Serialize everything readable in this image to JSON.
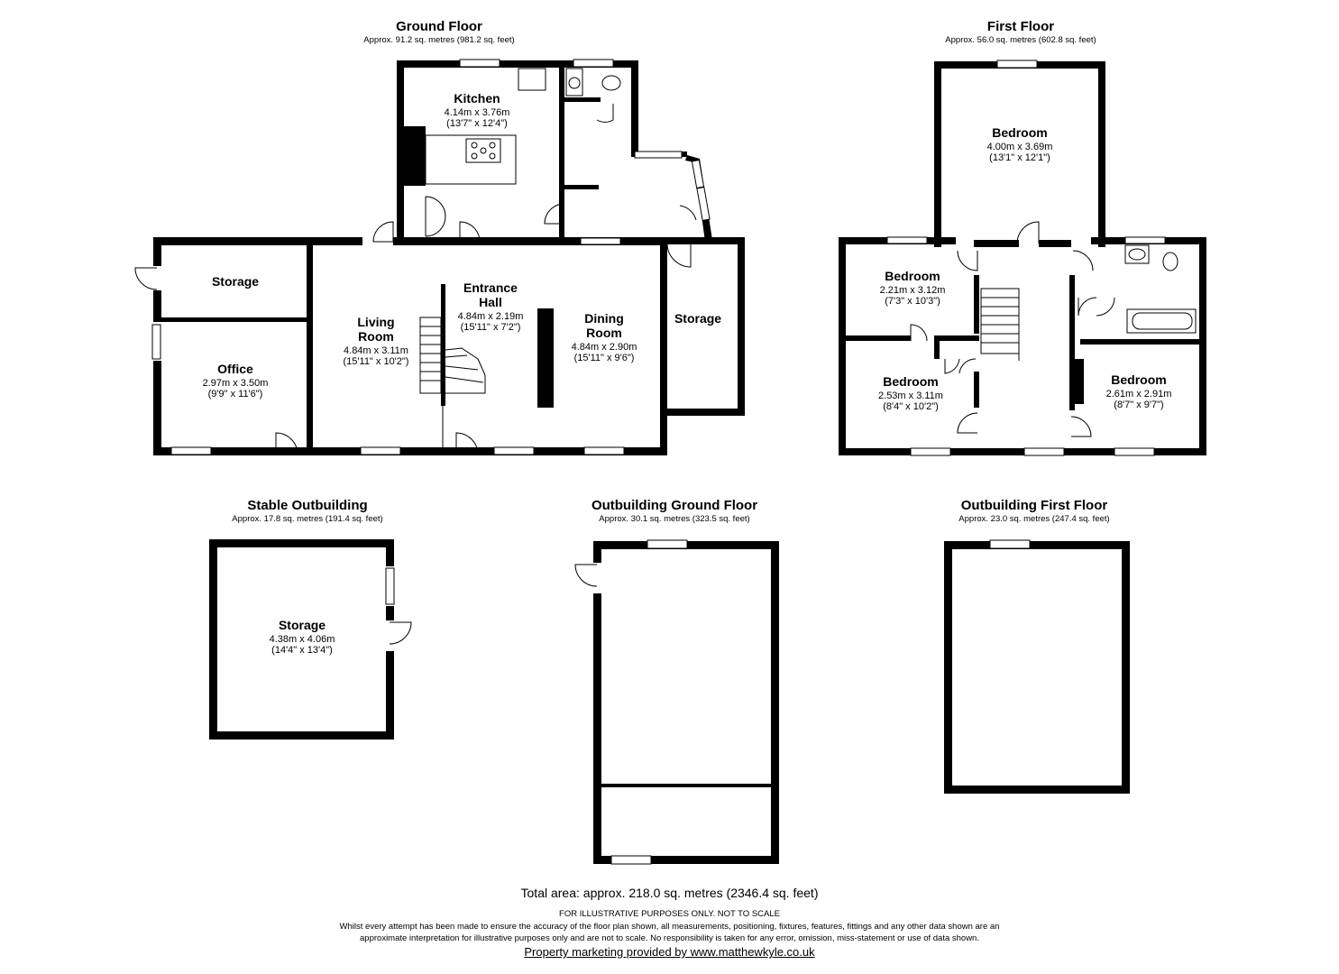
{
  "floors": {
    "ground": {
      "title": "Ground Floor",
      "area": "Approx. 91.2 sq. metres (981.2 sq. feet)"
    },
    "first": {
      "title": "First Floor",
      "area": "Approx. 56.0 sq. metres (602.8 sq. feet)"
    },
    "stable": {
      "title": "Stable Outbuilding",
      "area": "Approx. 17.8 sq. metres (191.4 sq. feet)"
    },
    "out_ground": {
      "title": "Outbuilding Ground Floor",
      "area": "Approx. 30.1 sq. metres (323.5 sq. feet)"
    },
    "out_first": {
      "title": "Outbuilding First Floor",
      "area": "Approx. 23.0 sq. metres (247.4 sq. feet)"
    }
  },
  "rooms": {
    "kitchen": {
      "name": "Kitchen",
      "metric": "4.14m x 3.76m",
      "imperial": "(13'7\" x 12'4\")"
    },
    "storage_left": {
      "name": "Storage"
    },
    "office": {
      "name": "Office",
      "metric": "2.97m x 3.50m",
      "imperial": "(9'9\" x 11'6\")"
    },
    "living": {
      "name_1": "Living",
      "name_2": "Room",
      "metric": "4.84m x 3.11m",
      "imperial": "(15'11\" x 10'2\")"
    },
    "hall": {
      "name_1": "Entrance",
      "name_2": "Hall",
      "metric": "4.84m x 2.19m",
      "imperial": "(15'11\" x 7'2\")"
    },
    "dining": {
      "name_1": "Dining",
      "name_2": "Room",
      "metric": "4.84m x 2.90m",
      "imperial": "(15'11\" x 9'6\")"
    },
    "storage_right": {
      "name": "Storage"
    },
    "bed_main": {
      "name": "Bedroom",
      "metric": "4.00m x 3.69m",
      "imperial": "(13'1\" x 12'1\")"
    },
    "bed_2": {
      "name": "Bedroom",
      "metric": "2.21m x 3.12m",
      "imperial": "(7'3\" x 10'3\")"
    },
    "bed_3": {
      "name": "Bedroom",
      "metric": "2.53m x 3.11m",
      "imperial": "(8'4\" x 10'2\")"
    },
    "bed_4": {
      "name": "Bedroom",
      "metric": "2.61m x 2.91m",
      "imperial": "(8'7\" x 9'7\")"
    },
    "stable_storage": {
      "name": "Storage",
      "metric": "4.38m x 4.06m",
      "imperial": "(14'4\" x 13'4\")"
    }
  },
  "footer": {
    "total": "Total area: approx. 218.0 sq. metres (2346.4 sq. feet)",
    "disclaimer_title": "FOR ILLUSTRATIVE PURPOSES ONLY. NOT TO SCALE",
    "disclaimer_1": "Whilst every attempt has been made to ensure the accuracy of the floor plan shown, all measurements, positioning, fixtures, features, fittings and any other data shown are an",
    "disclaimer_2": "approximate interpretation for illustrative purposes only and are not to scale. No responsibility is taken for any error, omission, miss-statement or use of data shown.",
    "credit": "Property marketing provided by www.matthewkyle.co.uk"
  }
}
